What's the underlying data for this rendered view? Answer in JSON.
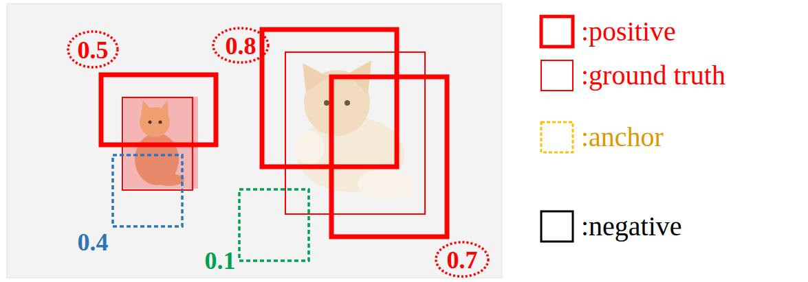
{
  "diagram": {
    "labels": [
      "0.5",
      "0.8",
      "0.7",
      "0.4",
      "0.1"
    ],
    "legend": [
      {
        "text": ":positive"
      },
      {
        "text": ":ground truth"
      },
      {
        "text": ":anchor"
      },
      {
        "text": ":negative"
      }
    ]
  }
}
